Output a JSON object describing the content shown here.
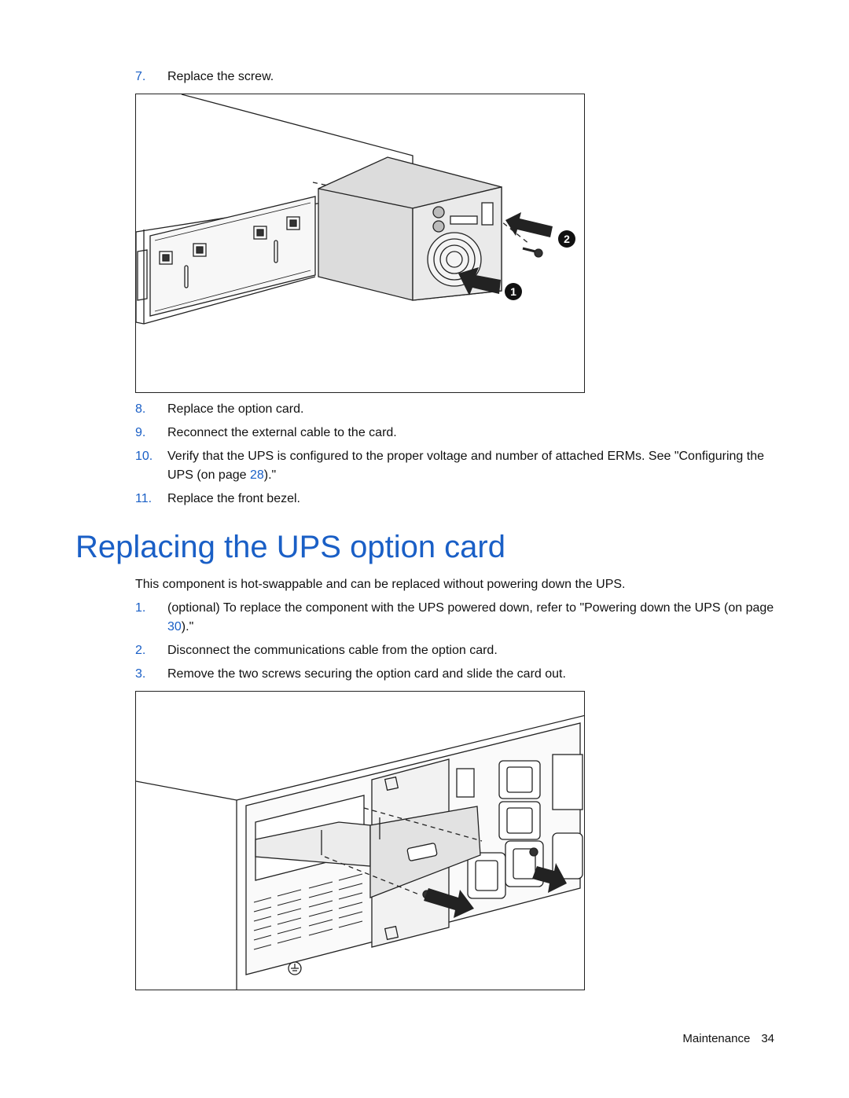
{
  "steps_top": [
    {
      "num": "7.",
      "text": "Replace the screw."
    }
  ],
  "steps_mid": [
    {
      "num": "8.",
      "text": "Replace the option card."
    },
    {
      "num": "9.",
      "text": "Reconnect the external cable to the card."
    },
    {
      "num": "10.",
      "text_before": "Verify that the UPS is configured to the proper voltage and number of attached ERMs. See \"Configuring the UPS (on page ",
      "link": "28",
      "text_after": ").\""
    },
    {
      "num": "11.",
      "text": "Replace the front bezel."
    }
  ],
  "section": {
    "title": "Replacing the UPS option card",
    "intro": "This component is hot-swappable and can be replaced without powering down the UPS."
  },
  "steps_bottom": [
    {
      "num": "1.",
      "text_before": "(optional) To replace the component with the UPS powered down, refer to \"Powering down the UPS (on page ",
      "link": "30",
      "text_after": ").\""
    },
    {
      "num": "2.",
      "text": "Disconnect the communications cable from the option card."
    },
    {
      "num": "3.",
      "text": "Remove the two screws securing the option card and slide the card out."
    }
  ],
  "figure1": {
    "callout_1": "1",
    "callout_2": "2"
  },
  "footer": {
    "section": "Maintenance",
    "page": "34"
  },
  "colors": {
    "accent": "#1a5fc6",
    "text": "#111111"
  }
}
